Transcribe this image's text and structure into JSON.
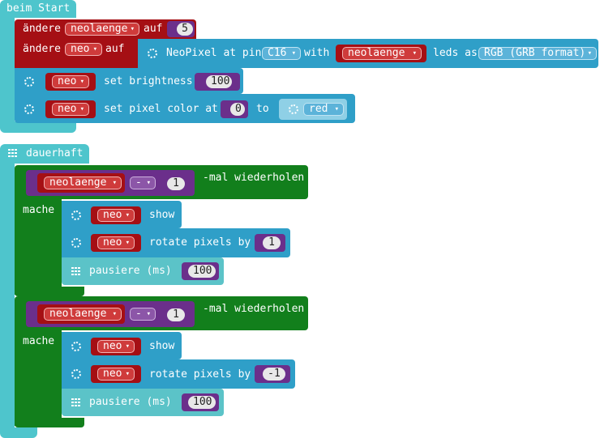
{
  "start_block": {
    "hat": "beim Start",
    "set1": {
      "label": "ändere",
      "var": "neolaenge",
      "to": "auf",
      "value": "5"
    },
    "set2": {
      "label": "ändere",
      "var": "neo",
      "to": "auf",
      "create": "NeoPixel at pin",
      "pin": "C16",
      "with": "with",
      "len_var": "neolaenge",
      "leds_as": "leds as",
      "mode": "RGB (GRB format)"
    },
    "brightness": {
      "var": "neo",
      "label": "set brightness",
      "value": "100"
    },
    "pixel_color": {
      "var": "neo",
      "label": "set pixel color at",
      "index": "0",
      "to": "to",
      "color": "red"
    }
  },
  "forever_block": {
    "hat": "dauerhaft",
    "loops": [
      {
        "var": "neolaenge",
        "op": "-",
        "num": "1",
        "label": "-mal wiederholen",
        "do": "mache",
        "show": {
          "var": "neo",
          "label": "show"
        },
        "rotate": {
          "var": "neo",
          "label": "rotate pixels by",
          "value": "1"
        },
        "pause": {
          "label": "pausiere (ms)",
          "value": "100"
        }
      },
      {
        "var": "neolaenge",
        "op": "-",
        "num": "1",
        "label": "-mal wiederholen",
        "do": "mache",
        "show": {
          "var": "neo",
          "label": "show"
        },
        "rotate": {
          "var": "neo",
          "label": "rotate pixels by",
          "value": "-1"
        },
        "pause": {
          "label": "pausiere (ms)",
          "value": "100"
        }
      }
    ]
  },
  "colors": {
    "teal": "#4ec5cc",
    "red": "#a50f14",
    "blue": "#2f9fc8",
    "green": "#127f1c",
    "purple": "#6b2f8b"
  }
}
